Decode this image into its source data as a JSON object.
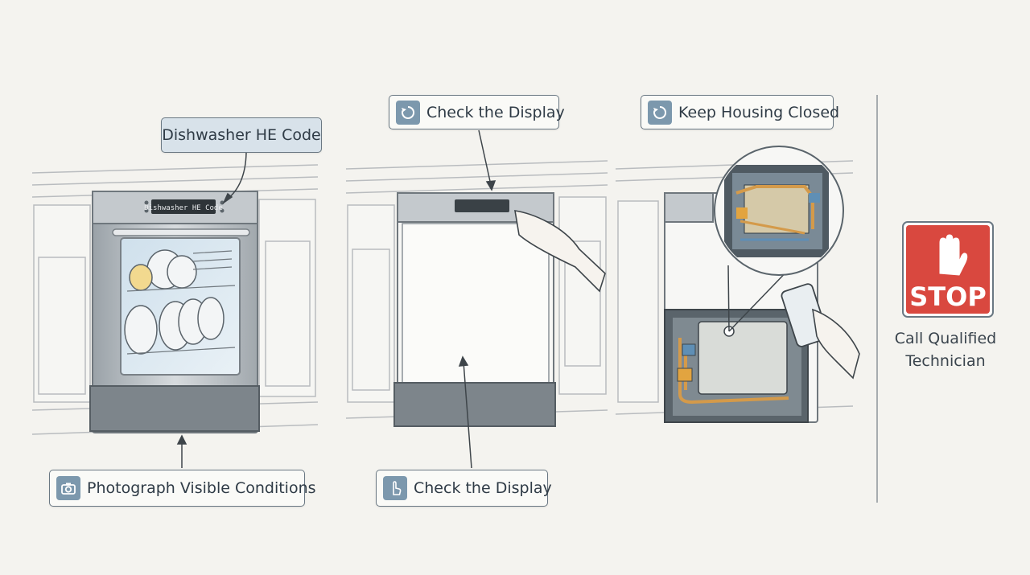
{
  "callouts": {
    "he_code": "Dishwasher HE Code",
    "check_display_top": "Check the Display",
    "keep_housing": "Keep Housing Closed",
    "photograph": "Photograph Visible Conditions",
    "check_display_bottom": "Check the Display"
  },
  "panel_display_text": "Dishwasher HE Code",
  "stop_sign": {
    "text": "STOP",
    "color": "#d9483f",
    "icon": "hand-stop-icon"
  },
  "stop_caption": {
    "line1": "Call Qualified",
    "line2": "Technician"
  },
  "icons": {
    "refresh": "refresh-icon",
    "camera": "camera-icon",
    "touch": "hand-touch-icon",
    "tablet": "tablet-icon"
  },
  "colors": {
    "background": "#f4f3ef",
    "callout_border": "#6a7883",
    "icon_bg": "#7c98ad",
    "highlight_callout": "#d8e2ea",
    "pipe": "#d49a4a",
    "stainless": "#b6bcc1"
  }
}
